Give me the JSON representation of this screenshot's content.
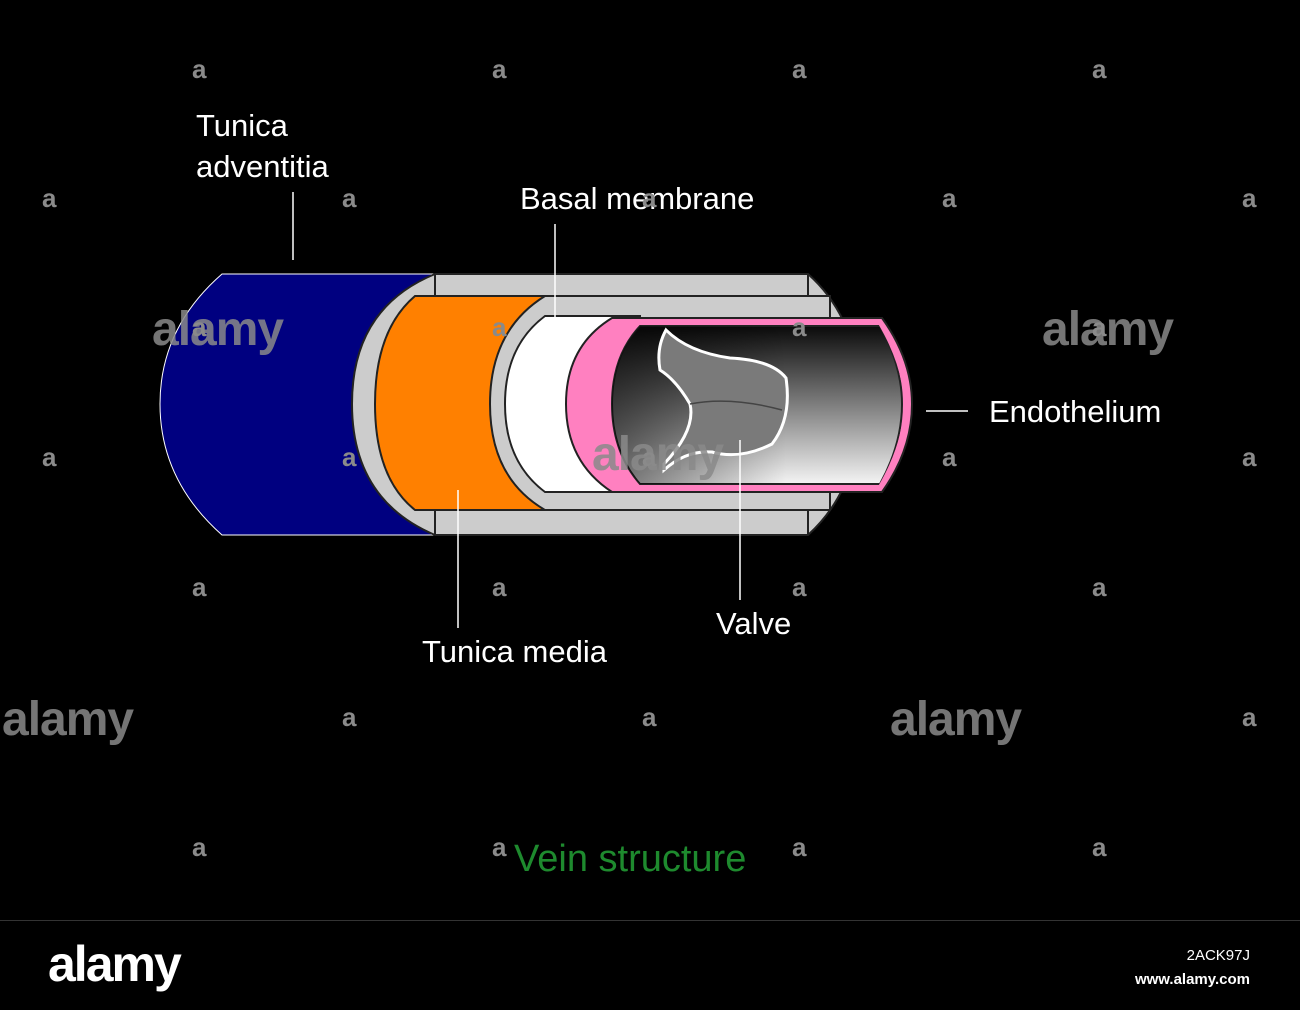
{
  "diagram": {
    "title": "Vein structure",
    "title_color": "#1e8a2e",
    "labels": {
      "tunica_adventitia_line1": "Tunica",
      "tunica_adventitia_line2": "adventitia",
      "basal_membrane": "Basal membrane",
      "endothelium": "Endothelium",
      "valve": "Valve",
      "tunica_media": "Tunica media"
    },
    "layer_colors": {
      "tunica_adventitia": "#000080",
      "tunica_media": "#ff8000",
      "basal_membrane": "#ffffff",
      "endothelium": "#ff80c0",
      "wall": "#cccccc"
    }
  },
  "watermark": {
    "small_mark": "a",
    "word_mark": "alamy"
  },
  "footer": {
    "logo": "alamy",
    "image_id": "2ACK97J",
    "url": "www.alamy.com"
  }
}
